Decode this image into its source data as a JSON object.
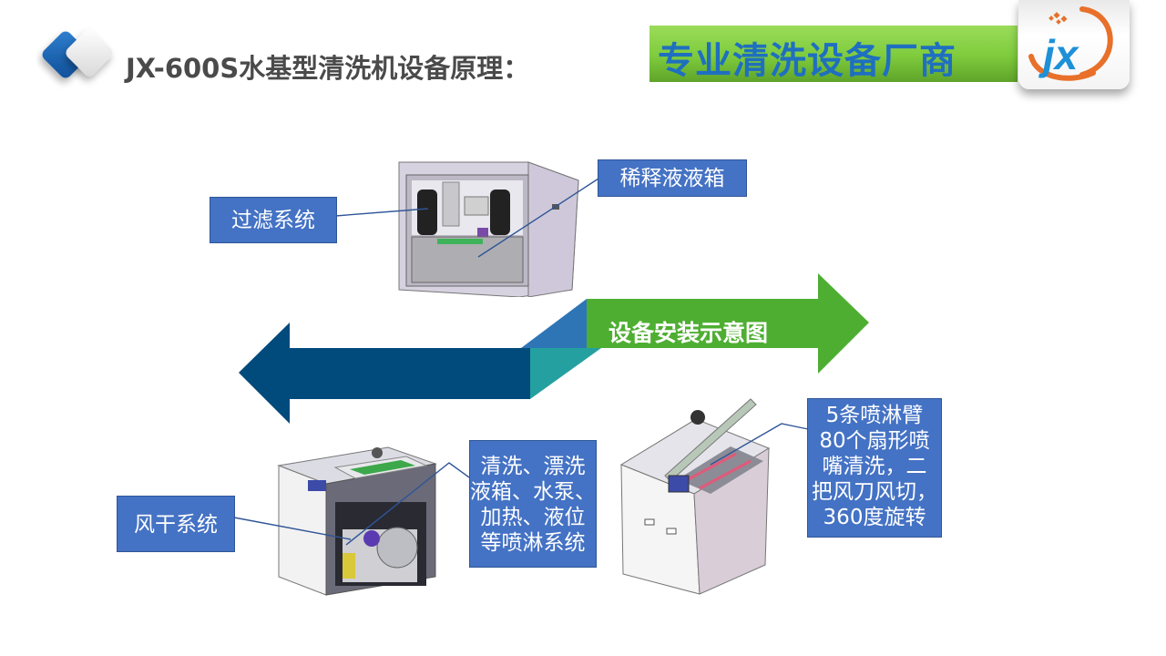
{
  "header": {
    "title": "JX-600S水基型清洗机设备原理：",
    "banner_text": "专业清洗设备厂商",
    "brand_logo_text": "jx"
  },
  "diagram": {
    "center_arrow_label": "设备安装示意图",
    "colors": {
      "label_fill": "#4472c4",
      "left_arrow": "#004a7c",
      "right_arrow": "#4eae32",
      "arrow_join_top": "#2e75b6",
      "arrow_join_bottom": "#25a0a0",
      "banner_green": "#7ecb3c",
      "banner_text": "#1f6fc0"
    },
    "callouts": [
      {
        "id": "filter",
        "text": "过滤系统"
      },
      {
        "id": "dilution-tank",
        "text": "稀释液液箱"
      },
      {
        "id": "air-dry",
        "text": "风干系统"
      },
      {
        "id": "spray-system",
        "lines": [
          "清洗、漂洗",
          "液箱、水泵、",
          "加热、液位",
          "等喷淋系统"
        ]
      },
      {
        "id": "spray-arms",
        "lines": [
          "5条喷淋臂",
          "80个扇形喷",
          "嘴清洗，二",
          "把风刀风切，",
          "360度旋转"
        ]
      }
    ],
    "images": [
      {
        "id": "machine-rear-view",
        "description": "machine rear interior view"
      },
      {
        "id": "machine-front-view",
        "description": "machine front view with blower"
      },
      {
        "id": "machine-open-lid-view",
        "description": "machine with open lid"
      }
    ]
  }
}
